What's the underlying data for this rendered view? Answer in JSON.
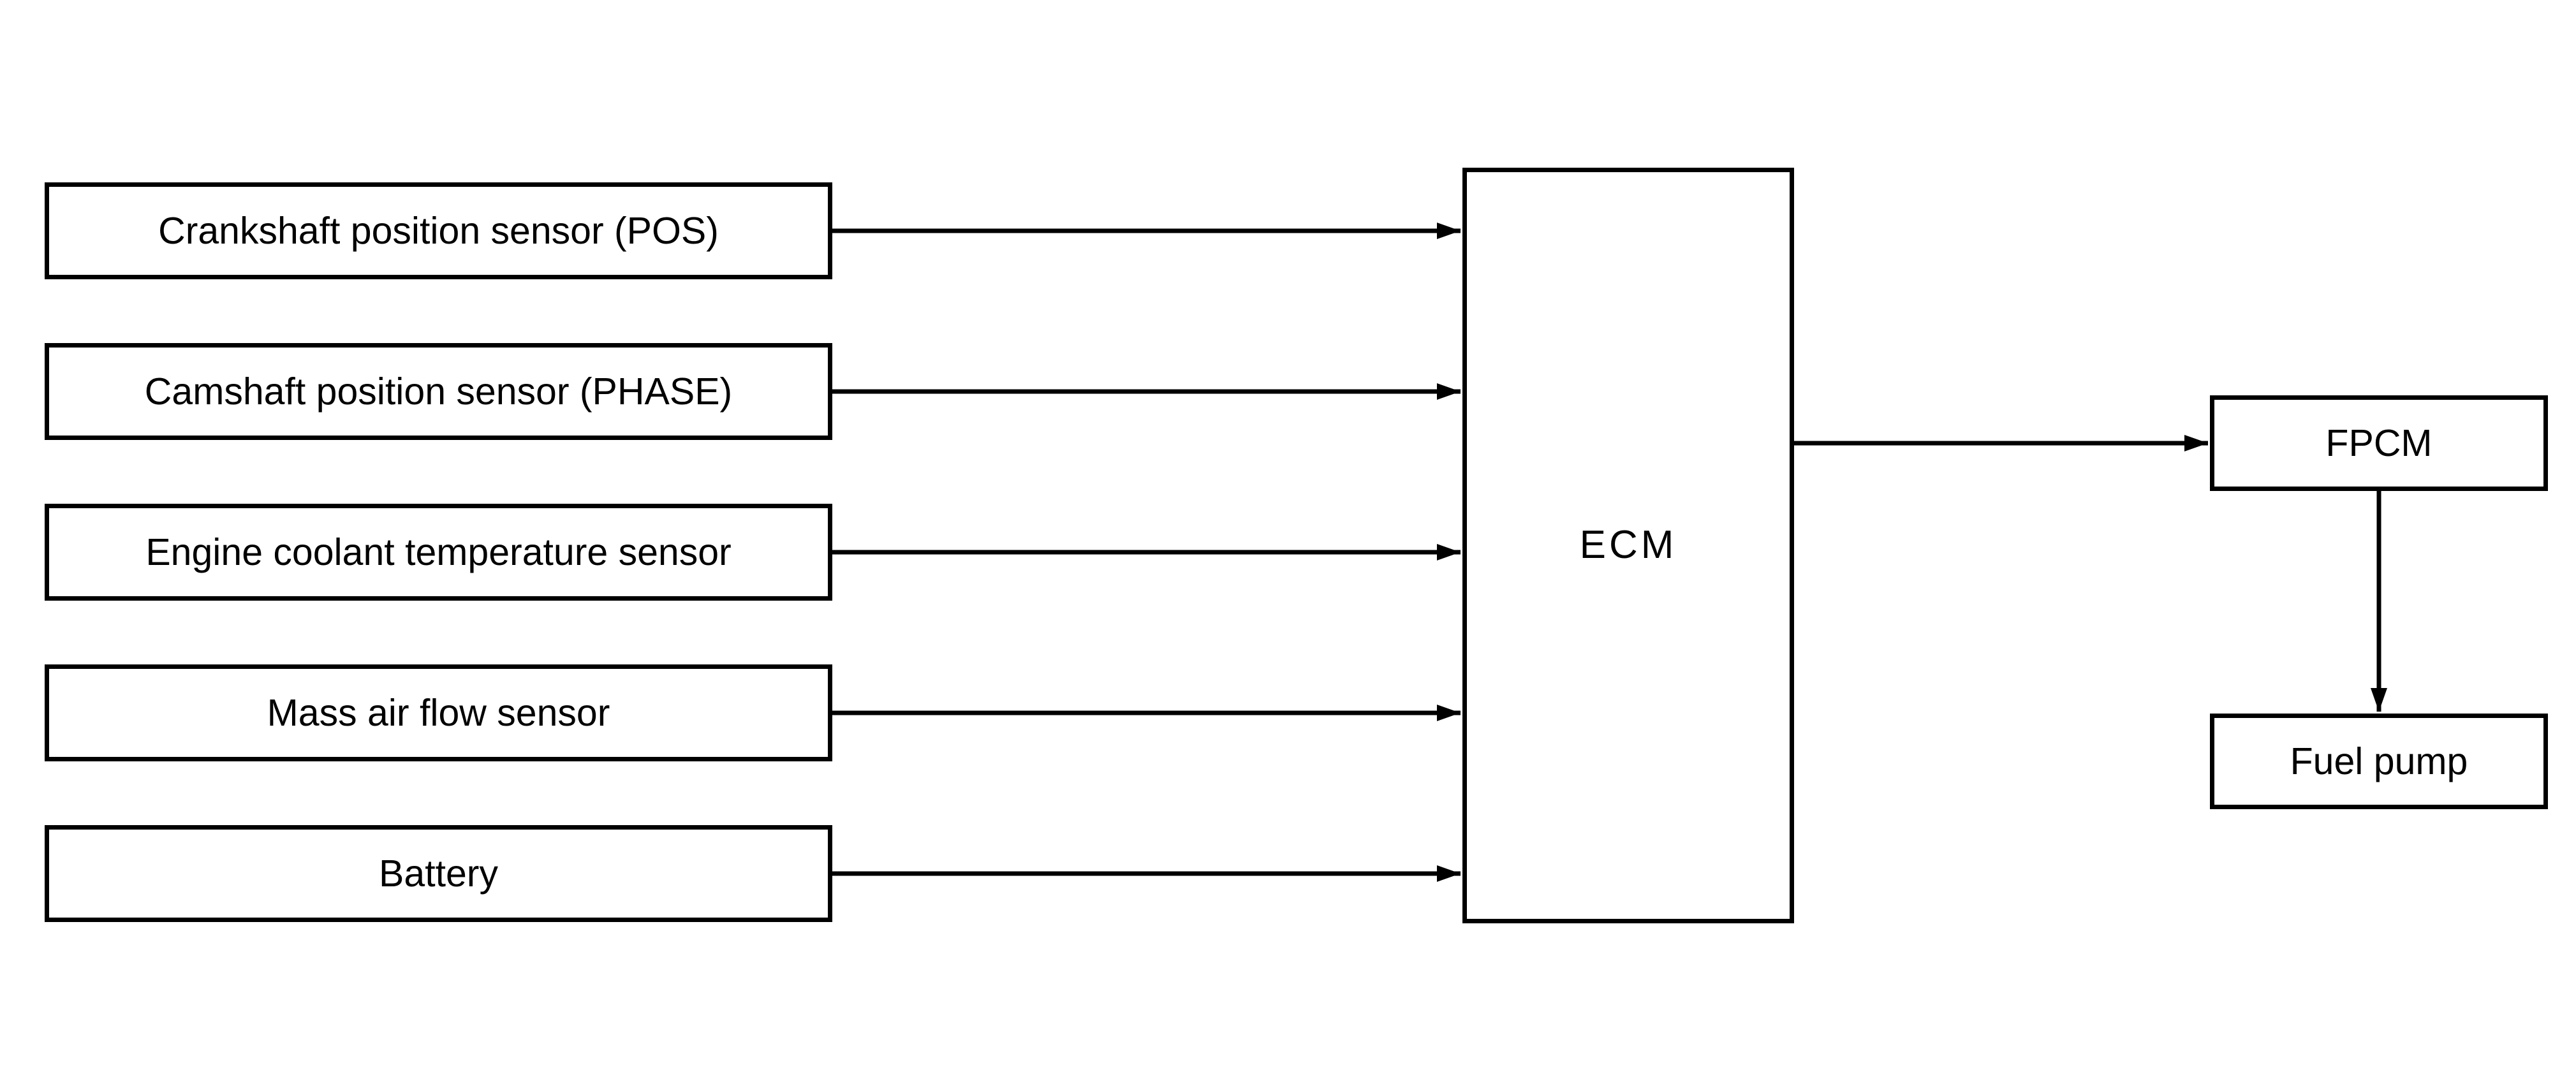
{
  "diagram": {
    "title_semantic": "ECM fuel pump control block diagram",
    "inputs": [
      {
        "label": "Crankshaft position sensor (POS)"
      },
      {
        "label": "Camshaft position sensor (PHASE)"
      },
      {
        "label": "Engine coolant temperature sensor"
      },
      {
        "label": "Mass air flow sensor"
      },
      {
        "label": "Battery"
      }
    ],
    "ecm": {
      "label": "ECM"
    },
    "fpcm": {
      "label": "FPCM"
    },
    "fuel_pump": {
      "label": "Fuel pump"
    },
    "connections": [
      {
        "from": "Crankshaft position sensor (POS)",
        "to": "ECM"
      },
      {
        "from": "Camshaft position sensor (PHASE)",
        "to": "ECM"
      },
      {
        "from": "Engine coolant temperature sensor",
        "to": "ECM"
      },
      {
        "from": "Mass air flow sensor",
        "to": "ECM"
      },
      {
        "from": "Battery",
        "to": "ECM"
      },
      {
        "from": "ECM",
        "to": "FPCM"
      },
      {
        "from": "FPCM",
        "to": "Fuel pump"
      }
    ],
    "colors": {
      "background": "#ffffff",
      "box_border": "#000000",
      "text": "#000000",
      "line": "#000000"
    }
  }
}
